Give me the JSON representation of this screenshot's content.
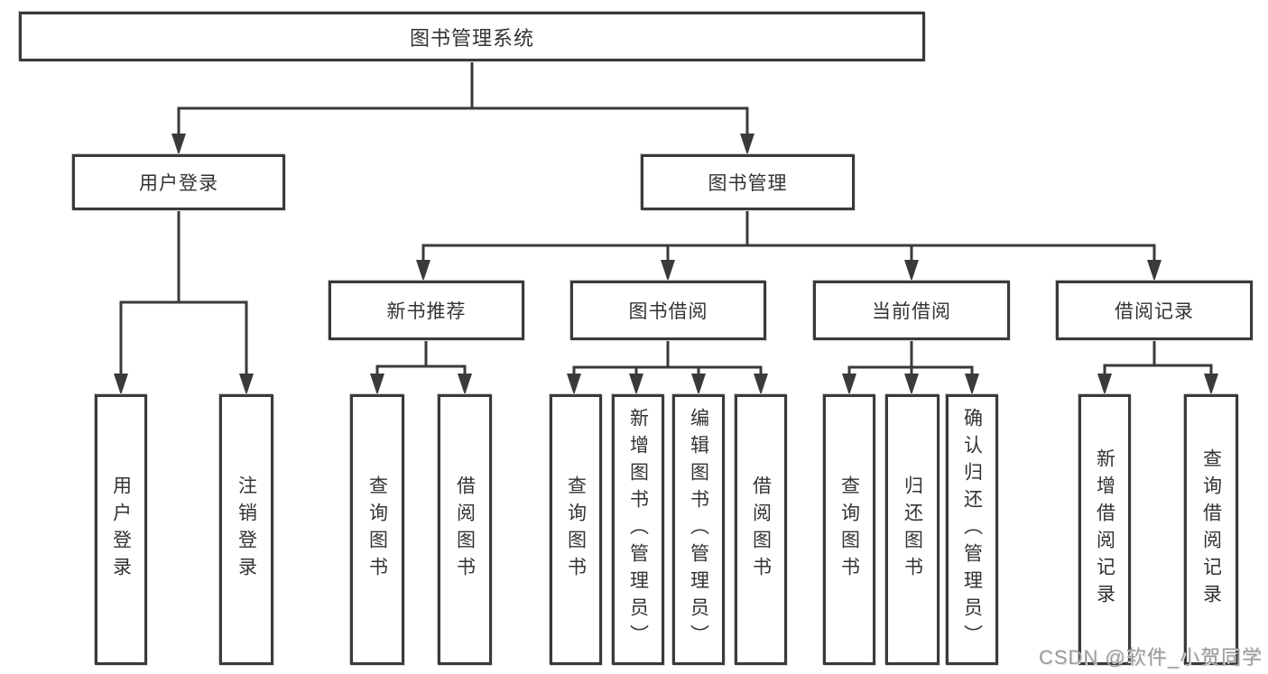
{
  "diagram": {
    "root": {
      "label": "图书管理系统"
    },
    "branches": [
      {
        "label": "用户登录",
        "children": [
          {
            "label": "用户登录"
          },
          {
            "label": "注销登录"
          }
        ]
      },
      {
        "label": "图书管理",
        "children": [
          {
            "label": "新书推荐",
            "children": [
              {
                "label": "查询图书"
              },
              {
                "label": "借阅图书"
              }
            ]
          },
          {
            "label": "图书借阅",
            "children": [
              {
                "label": "查询图书"
              },
              {
                "label": "新增图书（管理员）"
              },
              {
                "label": "编辑图书（管理员）"
              },
              {
                "label": "借阅图书"
              }
            ]
          },
          {
            "label": "当前借阅",
            "children": [
              {
                "label": "查询图书"
              },
              {
                "label": "归还图书"
              },
              {
                "label": "确认归还（管理员）"
              }
            ]
          },
          {
            "label": "借阅记录",
            "children": [
              {
                "label": "新增借阅记录"
              },
              {
                "label": "查询借阅记录"
              }
            ]
          }
        ]
      }
    ]
  },
  "watermark": {
    "text": "CSDN @软件_小贺同学"
  },
  "colors": {
    "line": "#3a3a3a",
    "text": "#333333",
    "watermark": "#9c9c9c",
    "background": "#ffffff"
  }
}
